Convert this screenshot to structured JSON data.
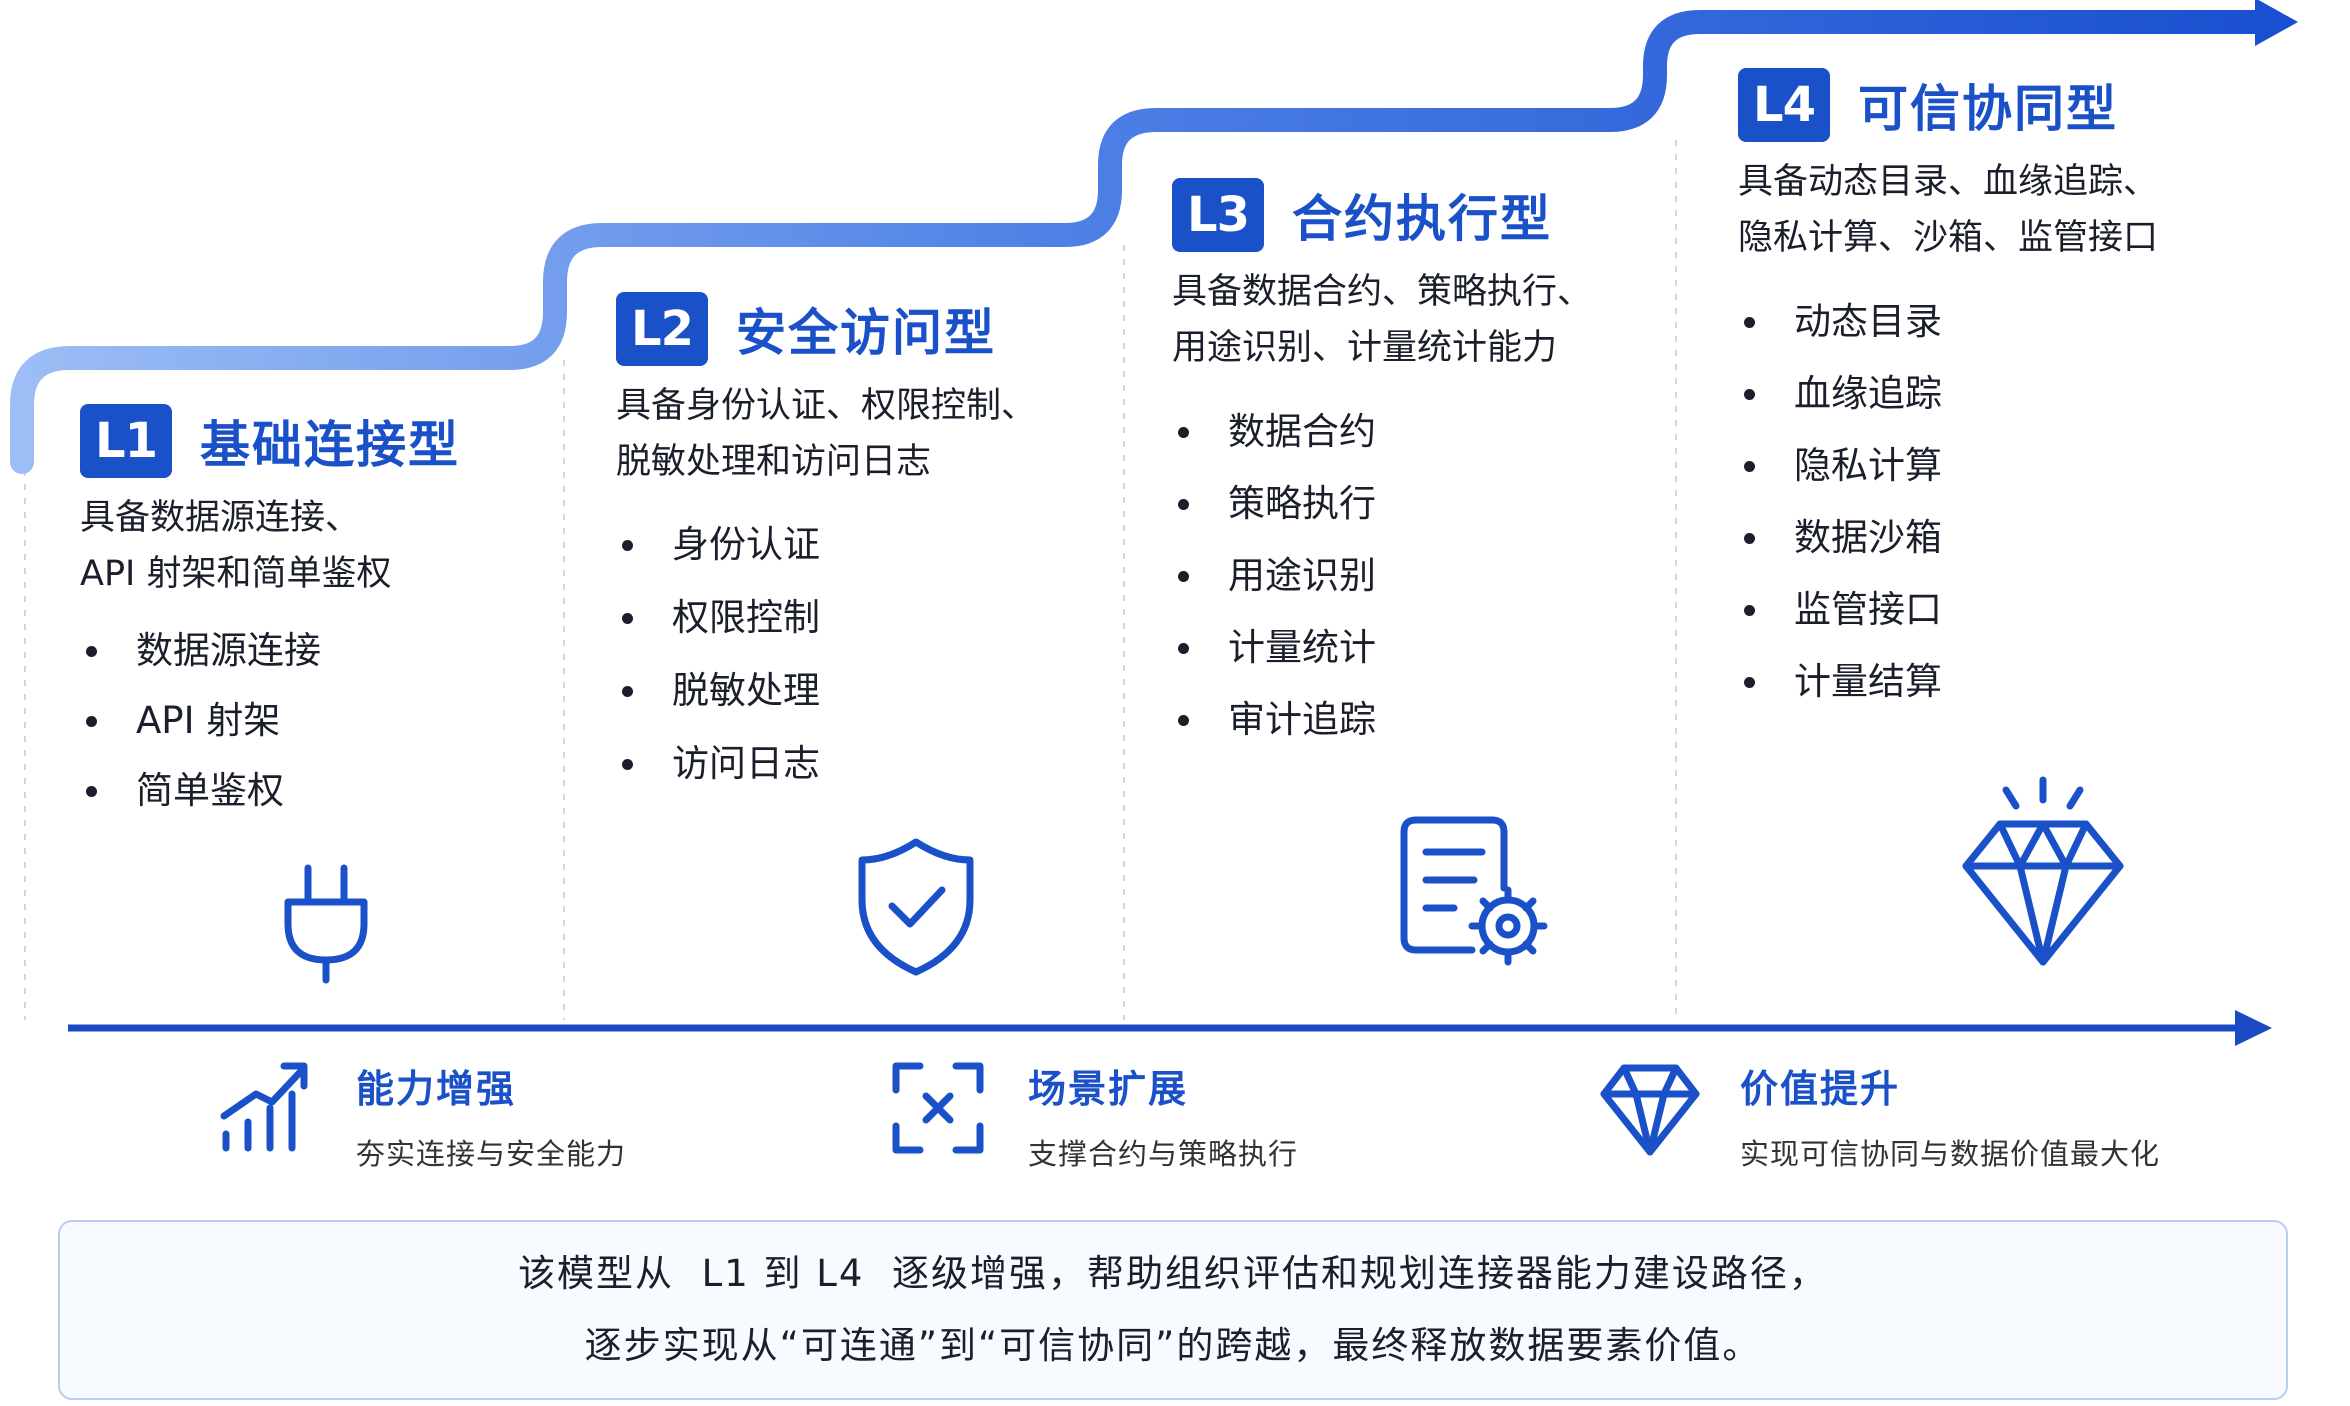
{
  "levels": [
    {
      "badge": "L1",
      "title": "基础连接型",
      "desc": [
        "具备数据源连接、",
        "API 射架和简单鉴权"
      ],
      "features": [
        "数据源连接",
        "API 射架",
        "简单鉴权"
      ],
      "icon": "plug-icon"
    },
    {
      "badge": "L2",
      "title": "安全访问型",
      "desc": [
        "具备身份认证、权限控制、",
        "脱敏处理和访问日志"
      ],
      "features": [
        "身份认证",
        "权限控制",
        "脱敏处理",
        "访问日志"
      ],
      "icon": "shield-check-icon"
    },
    {
      "badge": "L3",
      "title": "合约执行型",
      "desc": [
        "具备数据合约、策略执行、",
        "用途识别、计量统计能力"
      ],
      "features": [
        "数据合约",
        "策略执行",
        "用途识别",
        "计量统计",
        "审计追踪"
      ],
      "icon": "document-gear-icon"
    },
    {
      "badge": "L4",
      "title": "可信协同型",
      "desc": [
        "具备动态目录、血缘追踪、",
        "隐私计算、沙箱、监管接口"
      ],
      "features": [
        "动态目录",
        "血缘追踪",
        "隐私计算",
        "数据沙箱",
        "监管接口",
        "计量结算"
      ],
      "icon": "diamond-sparkle-icon"
    }
  ],
  "benefits": [
    {
      "title": "能力增强",
      "desc": "夯实连接与安全能力",
      "icon": "bar-chart-up-icon"
    },
    {
      "title": "场景扩展",
      "desc": "支撑合约与策略执行",
      "icon": "expand-frame-icon"
    },
    {
      "title": "价值提升",
      "desc": "实现可信协同与数据价值最大化",
      "icon": "diamond-icon"
    }
  ],
  "summary": {
    "line1": "该模型从  L1 到 L4  逐级增强，帮助组织评估和规划连接器能力建设路径，",
    "line2": "逐步实现从“可连通”到“可信协同”的跨越，最终释放数据要素价值。"
  },
  "colors": {
    "primary": "#1a51c8",
    "stair_light": "#7aa2ef",
    "divider": "#c7d6f3"
  }
}
